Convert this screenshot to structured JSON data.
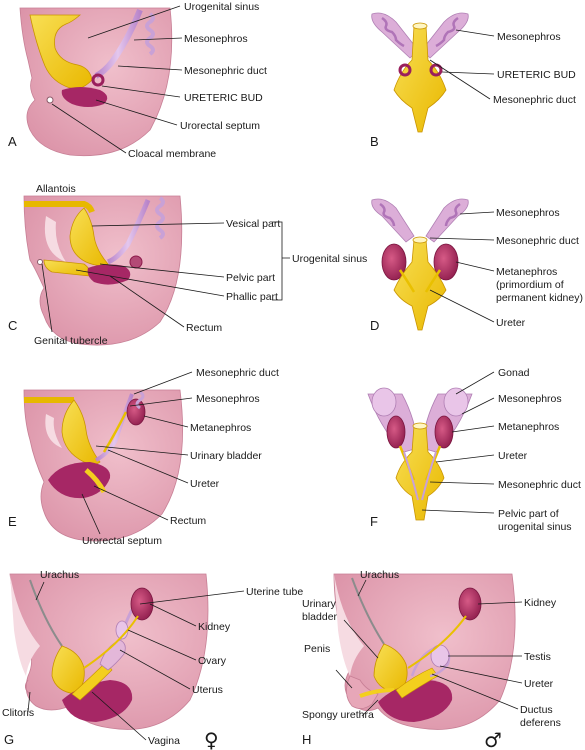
{
  "colors": {
    "body": "#e7a7b8",
    "body_light": "#f1c3cf",
    "body_dark": "#c97e95",
    "yellow": "#f3cf1e",
    "yellow_dark": "#d9a800",
    "magenta": "#9a1f5c",
    "duct_purple": "#c9a1d6",
    "kidney": "#b03060"
  },
  "panels": [
    {
      "letter": "A",
      "labels": [
        "Urogenital sinus",
        "Mesonephros",
        "Mesonephric duct",
        "URETERIC BUD",
        "Urorectal septum",
        "Cloacal membrane"
      ]
    },
    {
      "letter": "B",
      "labels": [
        "Mesonephros",
        "URETERIC BUD",
        "Mesonephric duct"
      ]
    },
    {
      "letter": "C",
      "labels": [
        "Allantois",
        "Vesical part",
        "Pelvic part",
        "Phallic part",
        "Urogenital sinus",
        "Genital tubercle",
        "Rectum"
      ]
    },
    {
      "letter": "D",
      "labels": [
        "Mesonephros",
        "Mesonephric duct",
        "Metanephros",
        "(primordium of",
        "permanent kidney)",
        "Ureter"
      ]
    },
    {
      "letter": "E",
      "labels": [
        "Mesonephric duct",
        "Mesonephros",
        "Metanephros",
        "Urinary bladder",
        "Ureter",
        "Rectum",
        "Urorectal septum"
      ]
    },
    {
      "letter": "F",
      "labels": [
        "Gonad",
        "Mesonephros",
        "Metanephros",
        "Ureter",
        "Mesonephric duct",
        "Pelvic part of",
        "urogenital sinus"
      ]
    },
    {
      "letter": "G",
      "labels": [
        "Urachus",
        "Uterine tube",
        "Kidney",
        "Ovary",
        "Uterus",
        "Clitoris",
        "Vagina"
      ],
      "symbol": "♀"
    },
    {
      "letter": "H",
      "labels": [
        "Urachus",
        "Urinary",
        "bladder",
        "Kidney",
        "Penis",
        "Testis",
        "Ureter",
        "Spongy urethra",
        "Ductus",
        "deferens"
      ],
      "symbol": "♂"
    }
  ]
}
